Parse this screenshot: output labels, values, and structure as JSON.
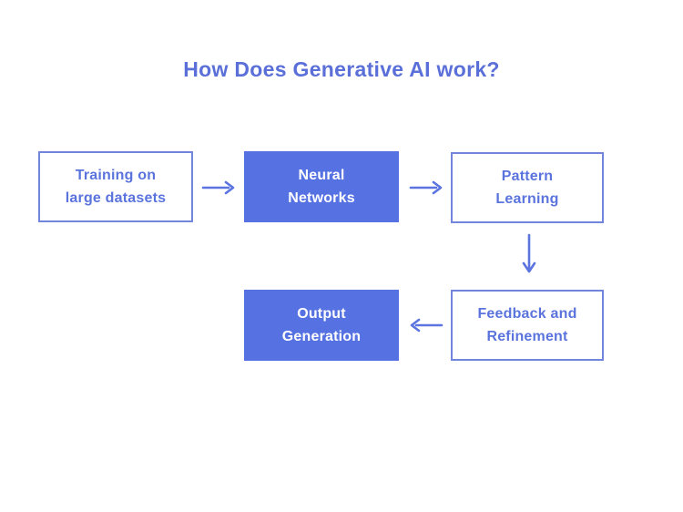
{
  "title": "How Does Generative AI work?",
  "colors": {
    "background": "#ffffff",
    "title_text": "#5b6fd8",
    "node_fill": "#5571e2",
    "node_border": "#7185dc",
    "node_outlined_text": "#5b74dd",
    "node_filled_text": "#ffffff",
    "arrow": "#5b74e0"
  },
  "diagram": {
    "nodes": [
      {
        "id": "training",
        "line1": "Training on",
        "line2": "large datasets",
        "variant": "outlined"
      },
      {
        "id": "neural",
        "line1": "Neural",
        "line2": "Networks",
        "variant": "filled"
      },
      {
        "id": "pattern",
        "line1": "Pattern",
        "line2": "Learning",
        "variant": "outlined"
      },
      {
        "id": "feedback",
        "line1": "Feedback and",
        "line2": "Refinement",
        "variant": "outlined"
      },
      {
        "id": "output",
        "line1": "Output",
        "line2": "Generation",
        "variant": "filled"
      }
    ],
    "arrows": [
      {
        "from": "training",
        "to": "neural",
        "direction": "right"
      },
      {
        "from": "neural",
        "to": "pattern",
        "direction": "right"
      },
      {
        "from": "pattern",
        "to": "feedback",
        "direction": "down"
      },
      {
        "from": "feedback",
        "to": "output",
        "direction": "left"
      }
    ]
  }
}
